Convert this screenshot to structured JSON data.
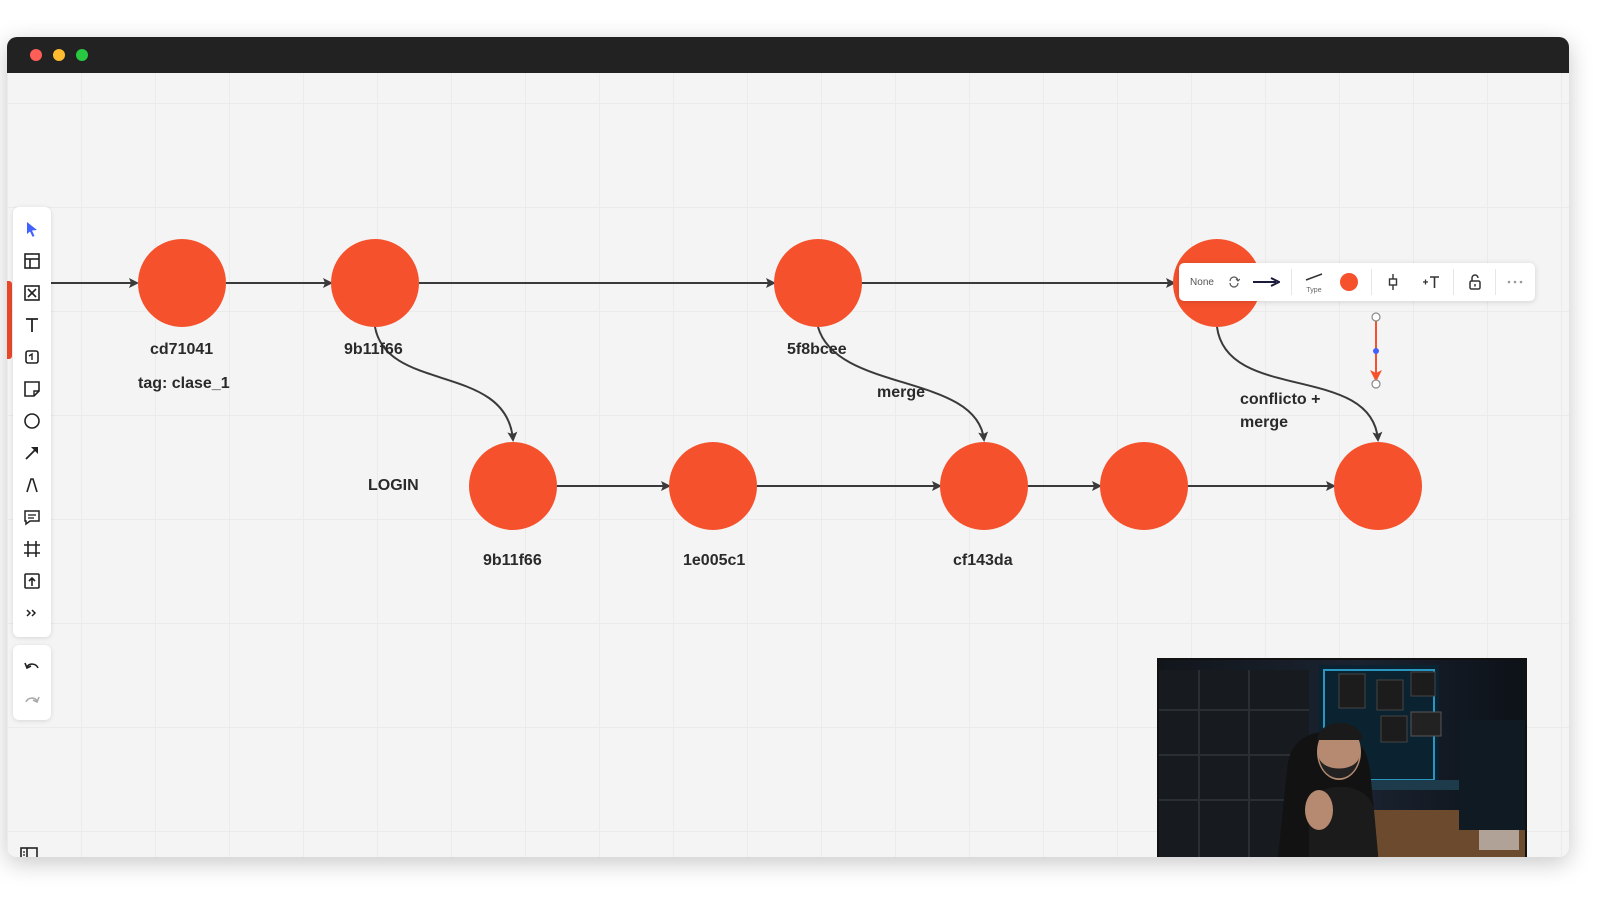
{
  "commits": {
    "main": [
      {
        "label": "cd71041",
        "tag": "tag: clase_1"
      },
      {
        "label": "9b11f66"
      },
      {
        "label": "5f8bcee"
      },
      {
        "label": ""
      }
    ],
    "branch": [
      {
        "label": "9b11f66"
      },
      {
        "label": "1e005c1"
      },
      {
        "label": "cf143da"
      },
      {
        "label": ""
      },
      {
        "label": ""
      }
    ]
  },
  "annotations": {
    "login": "LOGIN",
    "merge": "merge",
    "conflict_line1": "conflicto +",
    "conflict_line2": "merge"
  },
  "context_toolbar": {
    "none_label": "None",
    "type_label": "Type"
  },
  "toolbar": {
    "tools": [
      "select-icon",
      "templates-icon",
      "frame-icon",
      "text-icon",
      "sticker-icon",
      "sticky-note-icon",
      "shape-icon",
      "arrow-icon",
      "pen-icon",
      "comment-icon",
      "crop-frame-icon",
      "upload-icon",
      "more-tools-icon"
    ],
    "undo": "undo-icon",
    "redo": "redo-icon"
  },
  "colors": {
    "commit": "#f4512c",
    "arrow": "#3a3a3a",
    "accent": "#4262ff",
    "titlebar": "#222222"
  }
}
